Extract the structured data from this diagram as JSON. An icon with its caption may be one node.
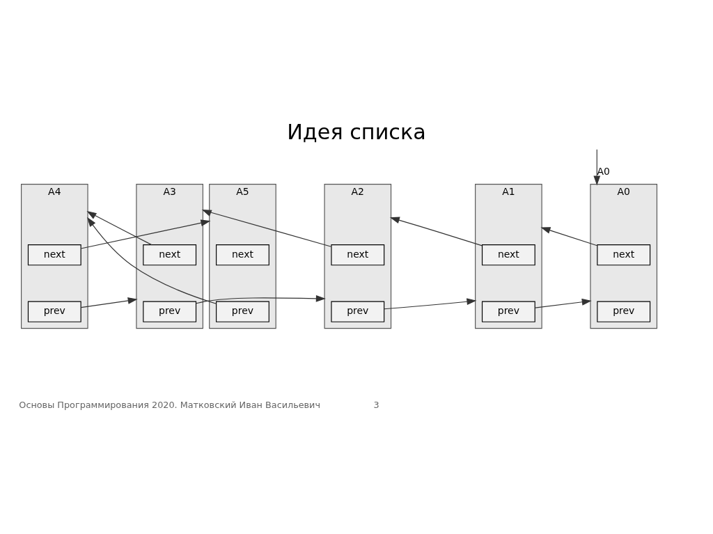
{
  "diagram": {
    "title": "Идея списка",
    "nodes": [
      {
        "text": [
          "A4"
        ]
      },
      {
        "text": [
          "next"
        ],
        "in": 0
      },
      {
        "text": [
          "prev"
        ],
        "in": 0
      },
      {
        "text": [
          "A0"
        ]
      },
      {
        "text": [
          "next"
        ],
        "in": 3
      },
      {
        "text": [
          "prev"
        ],
        "in": 3
      },
      {
        "text": [
          "A5"
        ]
      },
      {
        "text": [
          "next"
        ],
        "in": 6
      },
      {
        "text": [
          "prev"
        ],
        "in": 6
      },
      {
        "text": [
          "A2"
        ]
      },
      {
        "text": [
          "next"
        ],
        "in": 9
      },
      {
        "text": [
          "prev"
        ],
        "in": 9
      },
      {
        "text": [
          "A1"
        ]
      },
      {
        "text": [
          "next"
        ],
        "in": 12
      },
      {
        "text": [
          "prev"
        ],
        "in": 12
      },
      {
        "text": [
          "A3"
        ]
      },
      {
        "text": [
          "next"
        ],
        "in": 15
      },
      {
        "text": [
          "prev"
        ],
        "in": 15
      }
    ],
    "edges": [
      {
        "from": null,
        "to": 3,
        "arrow": "to",
        "label": "A0"
      },
      {
        "from": 1,
        "to": 6,
        "arrow": "to"
      },
      {
        "from": 4,
        "to": 12,
        "arrow": "to"
      },
      {
        "from": 10,
        "to": 15,
        "arrow": "to"
      },
      {
        "from": 13,
        "to": 9,
        "arrow": "to"
      },
      {
        "from": 16,
        "to": 0,
        "arrow": "to"
      },
      {
        "from": 8,
        "to": 0,
        "arrow": "to"
      },
      {
        "from": 2,
        "to": 15,
        "arrow": "to"
      },
      {
        "from": 11,
        "to": 12,
        "arrow": "to"
      },
      {
        "from": 14,
        "to": 3,
        "arrow": "to"
      },
      {
        "from": 17,
        "to": 9,
        "arrow": "to"
      }
    ],
    "labels": [
      "Основы Программирования 2020. Матковский Иван Васильевич",
      "3"
    ]
  }
}
